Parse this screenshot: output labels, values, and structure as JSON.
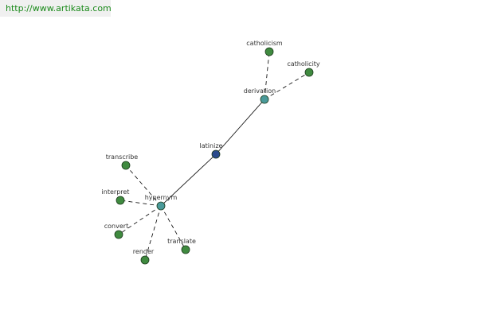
{
  "header": {
    "url": "http://www.artikata.com"
  },
  "colors": {
    "center_node": "#2a4a8c",
    "hub_node": "#4a9a9a",
    "leaf_node": "#3f8a3f",
    "node_stroke": "#1c3a1c",
    "edge": "#000000"
  },
  "graph": {
    "nodes": [
      {
        "id": "latinize",
        "label": "latinize",
        "kind": "center"
      },
      {
        "id": "derivation",
        "label": "derivation",
        "kind": "hub"
      },
      {
        "id": "hypernym",
        "label": "hypernym",
        "kind": "hub"
      },
      {
        "id": "catholicism",
        "label": "catholicism",
        "kind": "leaf"
      },
      {
        "id": "catholicity",
        "label": "catholicity",
        "kind": "leaf"
      },
      {
        "id": "transcribe",
        "label": "transcribe",
        "kind": "leaf"
      },
      {
        "id": "interpret",
        "label": "interpret",
        "kind": "leaf"
      },
      {
        "id": "convert",
        "label": "convert",
        "kind": "leaf"
      },
      {
        "id": "render",
        "label": "render",
        "kind": "leaf"
      },
      {
        "id": "translate",
        "label": "translate",
        "kind": "leaf"
      }
    ],
    "edges": [
      {
        "from": "latinize",
        "to": "derivation",
        "style": "solid"
      },
      {
        "from": "latinize",
        "to": "hypernym",
        "style": "solid"
      },
      {
        "from": "derivation",
        "to": "catholicism",
        "style": "dashed"
      },
      {
        "from": "derivation",
        "to": "catholicity",
        "style": "dashed"
      },
      {
        "from": "hypernym",
        "to": "transcribe",
        "style": "dashed"
      },
      {
        "from": "hypernym",
        "to": "interpret",
        "style": "dashed"
      },
      {
        "from": "hypernym",
        "to": "convert",
        "style": "dashed"
      },
      {
        "from": "hypernym",
        "to": "render",
        "style": "dashed"
      },
      {
        "from": "hypernym",
        "to": "translate",
        "style": "dashed"
      }
    ]
  }
}
